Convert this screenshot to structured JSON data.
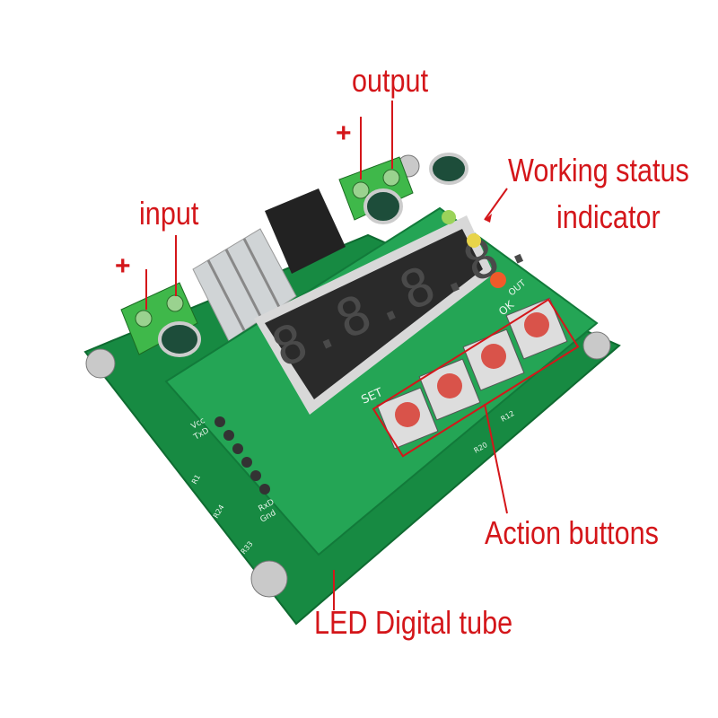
{
  "annotations": {
    "output": "output",
    "output_plus": "+",
    "input": "input",
    "input_plus": "+",
    "working_status_line1": "Working status",
    "working_status_line2": "indicator",
    "action_buttons": "Action buttons",
    "led_digital_tube": "LED Digital tube"
  },
  "silkscreen": {
    "set": "SET",
    "ok": "OK",
    "out": "OUT",
    "vcc": "Vcc",
    "txd": "TxD",
    "rxd": "RxD",
    "gnd": "Gnd",
    "r1": "R1",
    "r24": "R24",
    "r33": "R33",
    "r20": "R20",
    "r12": "R12"
  },
  "display": {
    "digits": "8.8.8.8."
  },
  "colors": {
    "annotation": "#d4161a",
    "pcb": "#1f9a4c",
    "button": "#d9534a",
    "display_bg": "#2a2a2a"
  }
}
